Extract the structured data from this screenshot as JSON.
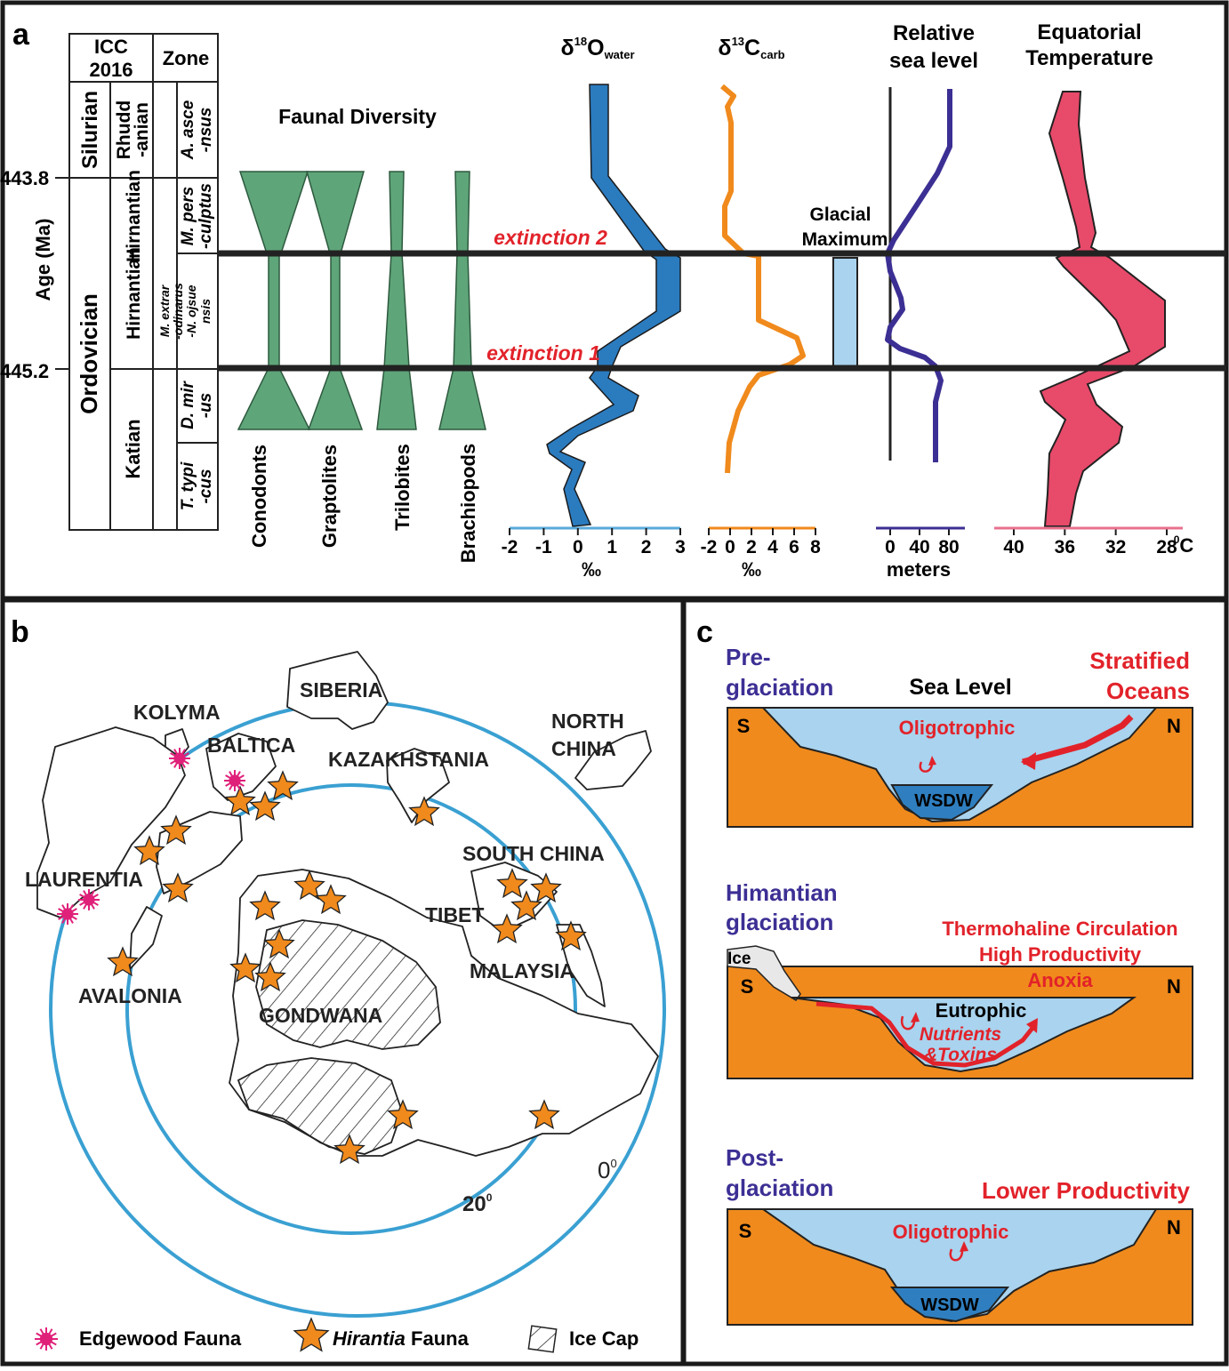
{
  "panel_a": {
    "letter": "a",
    "table": {
      "icc_line1": "ICC",
      "icc_line2": "2016",
      "zone_header": "Zone",
      "system_silurian": "Silurian",
      "system_ordovician": "Ordovician",
      "stage_rhudd_1": "Rhudd",
      "stage_rhudd_2": "-anian",
      "stage_hirnantian_upper": "Hirnantian",
      "stage_hirnantian_lower": "Hirnantian",
      "stage_katian": "Katian",
      "zone_asce_1": "A. asce",
      "zone_asce_2": "-nsus",
      "zone_pers_1": "M. pers",
      "zone_pers_2": "-culptus",
      "zone_extra_1": "M. extrar",
      "zone_extra_2": "-odinarus",
      "zone_extra_3": "-N. ojsue",
      "zone_extra_4": "nsis",
      "zone_mir_1": "D. mir",
      "zone_mir_2": "-us",
      "zone_typi_1": "T. typi",
      "zone_typi_2": "-cus"
    },
    "age_axis_label": "Age (Ma)",
    "age_ticks": [
      "443.8",
      "445.2"
    ],
    "faunal_diversity_title": "Faunal Diversity",
    "fauna_labels": [
      "Conodonts",
      "Graptolites",
      "Trilobites",
      "Brachiopods"
    ],
    "extinction_1": "extinction 1",
    "extinction_2": "extinction 2",
    "glacial_maximum_1": "Glacial",
    "glacial_maximum_2": "Maximum",
    "d18o": {
      "delta": "δ",
      "sup": "18",
      "base": "O",
      "sub": "water",
      "ticks": [
        "-2",
        "-1",
        "0",
        "1",
        "2",
        "3"
      ],
      "unit": "‰",
      "color": "#2b7bbf",
      "axis_color": "#5aaadb"
    },
    "d13c": {
      "delta": "δ",
      "sup": "13",
      "base": "C",
      "sub": "carb",
      "ticks": [
        "-2",
        "0",
        "2",
        "4",
        "6",
        "8"
      ],
      "unit": "‰",
      "color": "#f08a1c"
    },
    "sea_level": {
      "title_1": "Relative",
      "title_2": "sea level",
      "ticks": [
        "0",
        "40",
        "80"
      ],
      "unit": "meters",
      "color": "#3c2f94"
    },
    "temperature": {
      "title_1": "Equatorial",
      "title_2": "Temperature",
      "ticks": [
        "40",
        "36",
        "32",
        "28"
      ],
      "unit_sup": "0",
      "unit": "C",
      "color": "#e84a6a",
      "axis_color": "#e8708e"
    },
    "fauna_color": "#5fa57a",
    "glacial_color": "#a9d3ee"
  },
  "panel_b": {
    "letter": "b",
    "labels": {
      "siberia": "SIBERIA",
      "kolyma": "KOLYMA",
      "baltica": "BALTICA",
      "kazakhstania": "KAZAKHSTANIA",
      "north_china_1": "NORTH",
      "north_china_2": "CHINA",
      "laurentia": "LAURENTIA",
      "south_china": "SOUTH CHINA",
      "tibet": "TIBET",
      "malaysia": "MALAYSIA",
      "avalonia": "AVALONIA",
      "gondwana": "GONDWANA"
    },
    "latitude_0": "0",
    "latitude_20": "20",
    "degree": "0",
    "legend": {
      "edgewood": "Edgewood Fauna",
      "hirantia_italic": "Hirantia",
      "hirantia_rest": " Fauna",
      "ice_cap": "Ice Cap"
    },
    "circle_color": "#3aa0d2",
    "star_color": "#f08a1c",
    "edgewood_color": "#e0217a"
  },
  "panel_c": {
    "letter": "c",
    "pre": {
      "title_1": "Pre-",
      "title_2": "glaciation",
      "sea_level": "Sea Level",
      "right_1": "Stratified",
      "right_2": "Oceans",
      "water": "Oligotrophic",
      "deep": "WSDW",
      "s": "S",
      "n": "N"
    },
    "him": {
      "title_1": "Himantian",
      "title_2": "glaciation",
      "ice": "Ice",
      "right_1": "Thermohaline Circulation",
      "right_2": "High Productivity",
      "right_3": "Anoxia",
      "water": "Eutrophic",
      "nutrients_1": "Nutrients",
      "nutrients_2": "&Toxins",
      "s": "S",
      "n": "N"
    },
    "post": {
      "title_1": "Post-",
      "title_2": "glaciation",
      "right": "Lower Productivity",
      "water": "Oligotrophic",
      "deep": "WSDW",
      "s": "S",
      "n": "N"
    },
    "title_color": "#3c2f94",
    "red_color": "#e2222a",
    "land_color": "#f08a1c",
    "water_color": "#a9d3ee",
    "deep_color": "#2f7fc0"
  }
}
